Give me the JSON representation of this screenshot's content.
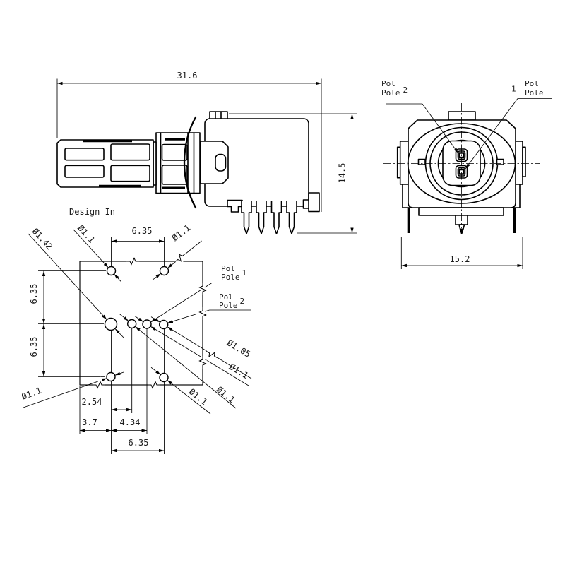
{
  "side_view": {
    "width_dim": "31.6",
    "height_dim": "14.5"
  },
  "front_view": {
    "width_dim": "15.2",
    "pole1": {
      "pol": "Pol",
      "pole": "Pole",
      "num": "1"
    },
    "pole2": {
      "pol": "Pol",
      "pole": "Pole",
      "num": "2"
    }
  },
  "pcb": {
    "design_in": "Design In",
    "dim_top": "6.35",
    "dim_left_upper": "6.35",
    "dim_left_lower": "6.35",
    "dim_254": "2.54",
    "dim_37": "3.7",
    "dim_434": "4.34",
    "dim_bottom": "6.35",
    "pole1": {
      "pol": "Pol",
      "pole": "Pole",
      "num": "1"
    },
    "pole2": {
      "pol": "Pol",
      "pole": "Pole",
      "num": "2"
    },
    "holes": [
      {
        "id": "top-left",
        "dia": "Ø1.1"
      },
      {
        "id": "top-right",
        "dia": "Ø1.1"
      },
      {
        "id": "middle-left",
        "dia": "Ø1.42"
      },
      {
        "id": "middle-1",
        "dia": "Ø1.1"
      },
      {
        "id": "middle-2",
        "dia": "Ø1.1",
        "signal": "Pole 1"
      },
      {
        "id": "middle-3",
        "dia": "Ø1.05",
        "signal": "Pole 2"
      },
      {
        "id": "bottom-left",
        "dia": "Ø1.1"
      },
      {
        "id": "bottom-right",
        "dia": "Ø1.1"
      }
    ]
  },
  "colors": {
    "line": "#000000",
    "text": "#1c1c1c",
    "bg": "#ffffff"
  }
}
